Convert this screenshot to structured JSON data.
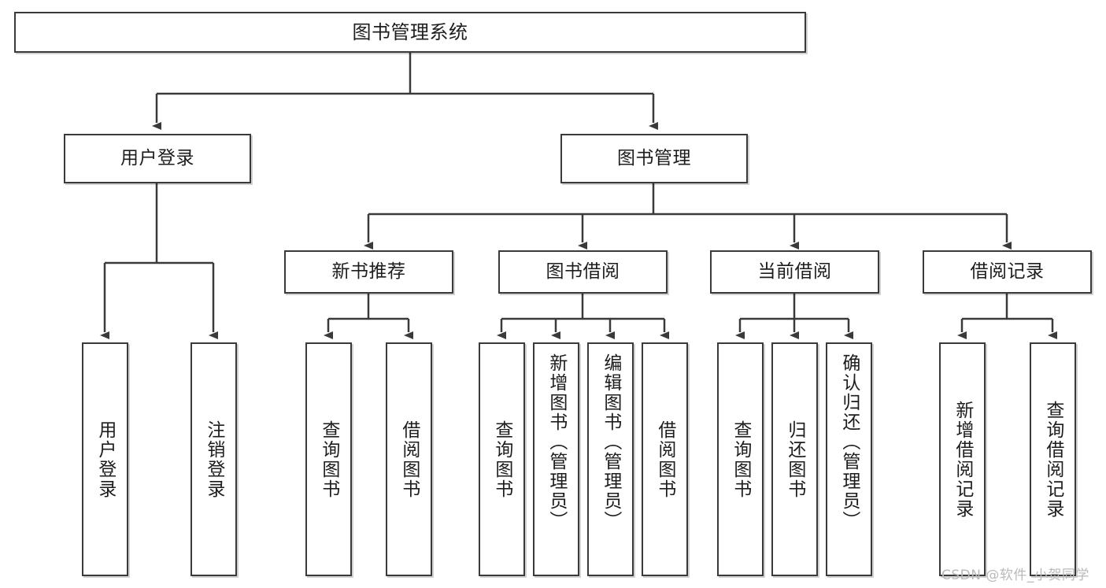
{
  "diagram": {
    "title": "图书管理系统",
    "type": "tree-hierarchy-chart",
    "watermark": "CSDN @软件_小贺同学",
    "colors": {
      "border": "#3a3a3a",
      "connector": "#3a3a3a",
      "background": "#ffffff",
      "text": "#1d1d1d",
      "watermark": "#b9b9b9"
    },
    "root": {
      "label": "图书管理系统"
    },
    "level2": [
      {
        "label": "用户登录"
      },
      {
        "label": "图书管理"
      }
    ],
    "level3": [
      {
        "label": "新书推荐"
      },
      {
        "label": "图书借阅"
      },
      {
        "label": "当前借阅"
      },
      {
        "label": "借阅记录"
      }
    ],
    "leaves": {
      "user_login": [
        {
          "label": "用户登录"
        },
        {
          "label": "注销登录"
        }
      ],
      "new_book_recommend": [
        {
          "label": "查询图书"
        },
        {
          "label": "借阅图书"
        }
      ],
      "book_borrow": [
        {
          "label": "查询图书"
        },
        {
          "label": "新增图书（管理员）"
        },
        {
          "label": "编辑图书（管理员）"
        },
        {
          "label": "借阅图书"
        }
      ],
      "current_borrow": [
        {
          "label": "查询图书"
        },
        {
          "label": "归还图书"
        },
        {
          "label": "确认归还（管理员）"
        }
      ],
      "borrow_record": [
        {
          "label": "新增借阅记录"
        },
        {
          "label": "查询借阅记录"
        }
      ]
    }
  }
}
